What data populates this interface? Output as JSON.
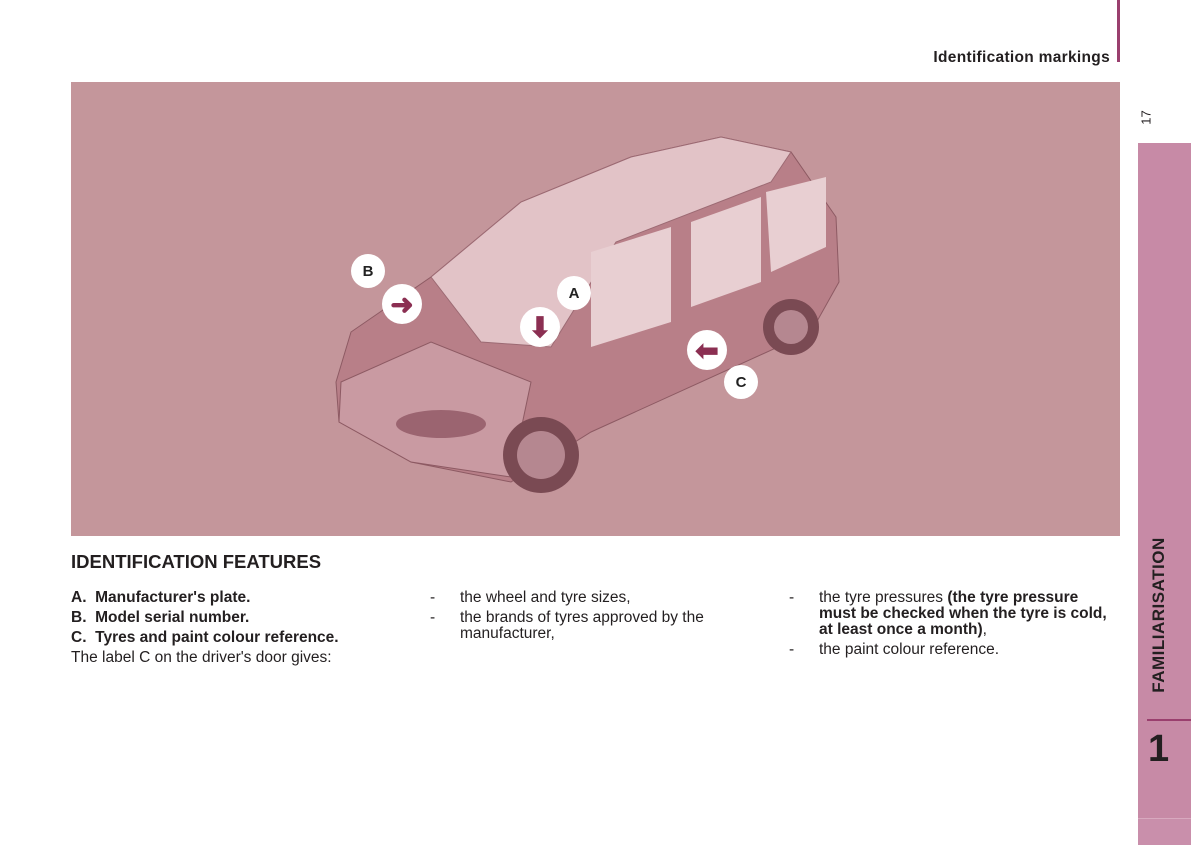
{
  "header": {
    "title": "Identification markings",
    "page_number": "17"
  },
  "side_tab": {
    "section": "FAMILIARISATION",
    "chapter": "1"
  },
  "figure": {
    "labels": [
      "A",
      "B",
      "C"
    ]
  },
  "section": {
    "heading": "IDENTIFICATION FEATURES",
    "items": [
      {
        "letter": "A.",
        "text": "Manufacturer's plate."
      },
      {
        "letter": "B.",
        "text": "Model serial number."
      },
      {
        "letter": "C.",
        "text": "Tyres and paint colour reference."
      }
    ],
    "intro": "The label C on the driver's door gives:",
    "list": [
      {
        "dash": "-",
        "text": "the wheel and tyre sizes,"
      },
      {
        "dash": "-",
        "text": "the brands of tyres approved by the manufacturer,"
      }
    ],
    "list2": [
      {
        "dash": "-",
        "text": "the tyre pressures ",
        "bold": "(the tyre pressure must be checked when the tyre is cold, at least once a month)",
        "after": ","
      },
      {
        "dash": "-",
        "text": "the paint colour reference."
      }
    ]
  }
}
